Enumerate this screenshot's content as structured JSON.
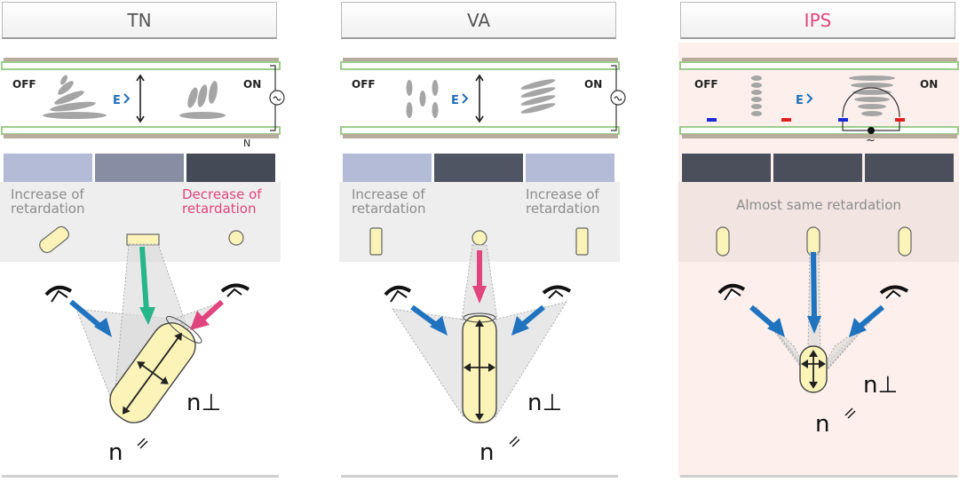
{
  "columns": [
    {
      "id": "tn",
      "title": "TN",
      "title_color": "#555555",
      "off_label": "OFF",
      "on_label": "ON",
      "field_label": "E",
      "swatch_colors": [
        "#b3bbd6",
        "#878ea3",
        "#454a57"
      ],
      "label_left": [
        "Increase of",
        "retardation"
      ],
      "label_right": [
        "Decrease of",
        "retardation"
      ],
      "label_right_color": "#e0457d",
      "n_perp": "n⊥",
      "n_par": "n",
      "ground_symbol": "N"
    },
    {
      "id": "va",
      "title": "VA",
      "title_color": "#555555",
      "off_label": "OFF",
      "on_label": "ON",
      "field_label": "E",
      "swatch_colors": [
        "#b3bbd6",
        "#505563",
        "#b3bbd6"
      ],
      "label_left": [
        "Increase of",
        "retardation"
      ],
      "label_right": [
        "Increase of",
        "retardation"
      ],
      "n_perp": "n⊥",
      "n_par": "n"
    },
    {
      "id": "ips",
      "title": "IPS",
      "title_color": "#e0457d",
      "off_label": "OFF",
      "on_label": "ON",
      "field_label": "E",
      "swatch_colors": [
        "#4b4f5b",
        "#4b4f5b",
        "#4b4f5b"
      ],
      "label_center": "Almost same retardation",
      "n_perp": "n⊥",
      "n_par": "n",
      "ac_symbol": "~"
    }
  ],
  "colors": {
    "arrow_blue": "#1f73bf",
    "arrow_green": "#27b58a",
    "arrow_pink": "#e0457d",
    "glass_green": "#9ccc8a",
    "glass_tan": "#b7ab9c",
    "molecule_gray": "#a5a5a5",
    "rod_fill": "#fbf3b8",
    "panel_gray": "#eeeeee",
    "ips_panel": "#f1e4e1",
    "cone_gray": "#d5d5d5"
  }
}
